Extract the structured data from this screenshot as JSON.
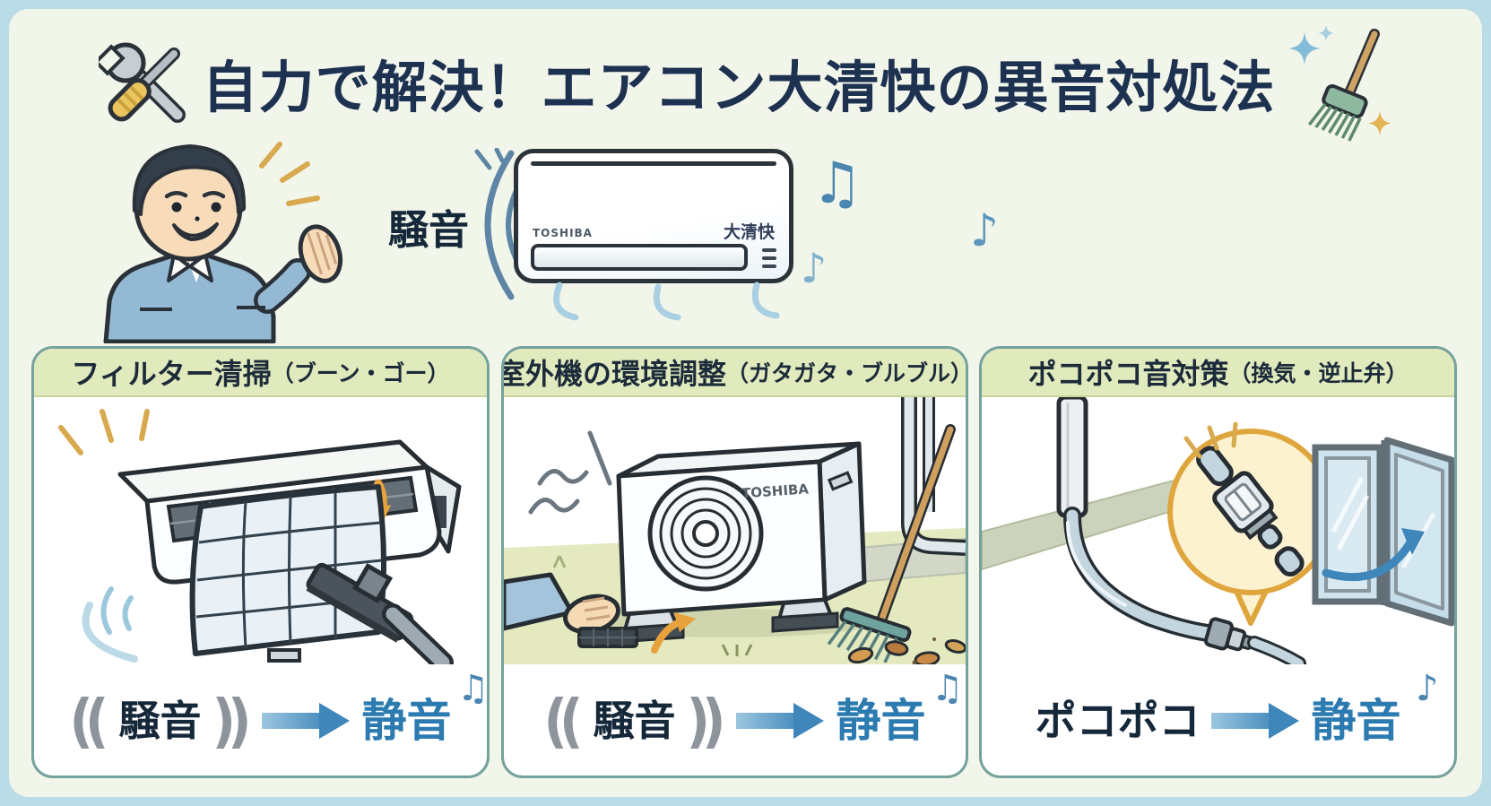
{
  "title": {
    "text": "自力で解決！エアコン大清快の異音対処法"
  },
  "hero": {
    "noise_label": "騒音",
    "ac_brand": "TOSHIBA",
    "ac_model": "大清快",
    "note_big": "♫",
    "note_small": "♪",
    "note_far": "♪"
  },
  "panels": [
    {
      "header": "フィルター清掃",
      "header_note": "（ブーン・ゴー）",
      "paren_open": "((",
      "before": "騒音",
      "paren_close": "))",
      "after": "静音",
      "note_big": "♫",
      "note_small": "♪"
    },
    {
      "header": "室外機の環境調整",
      "header_note": "（ガタガタ・ブルブル）",
      "paren_open": "((",
      "before": "騒音",
      "paren_close": "))",
      "after": "静音",
      "note_big": "♫",
      "note_small": "",
      "unit_label": "TOSHIBA"
    },
    {
      "header": "ポコポコ音対策",
      "header_note": "（換気・逆止弁）",
      "paren_open": "",
      "before": "ポコポコ",
      "paren_close": "",
      "after": "静音",
      "note_big": "♪",
      "note_small": ""
    }
  ],
  "colors": {
    "frame": "#b9dce6",
    "background": "#f2f5e9",
    "panel_border": "#74a29c",
    "header_bg": "#e1eabd",
    "title_navy": "#1d3150",
    "noise_navy": "#15283a",
    "quiet_blue": "#2b7ab0",
    "arrow_blue": "#3f86bb",
    "accent_gold": "#d8a94f"
  }
}
